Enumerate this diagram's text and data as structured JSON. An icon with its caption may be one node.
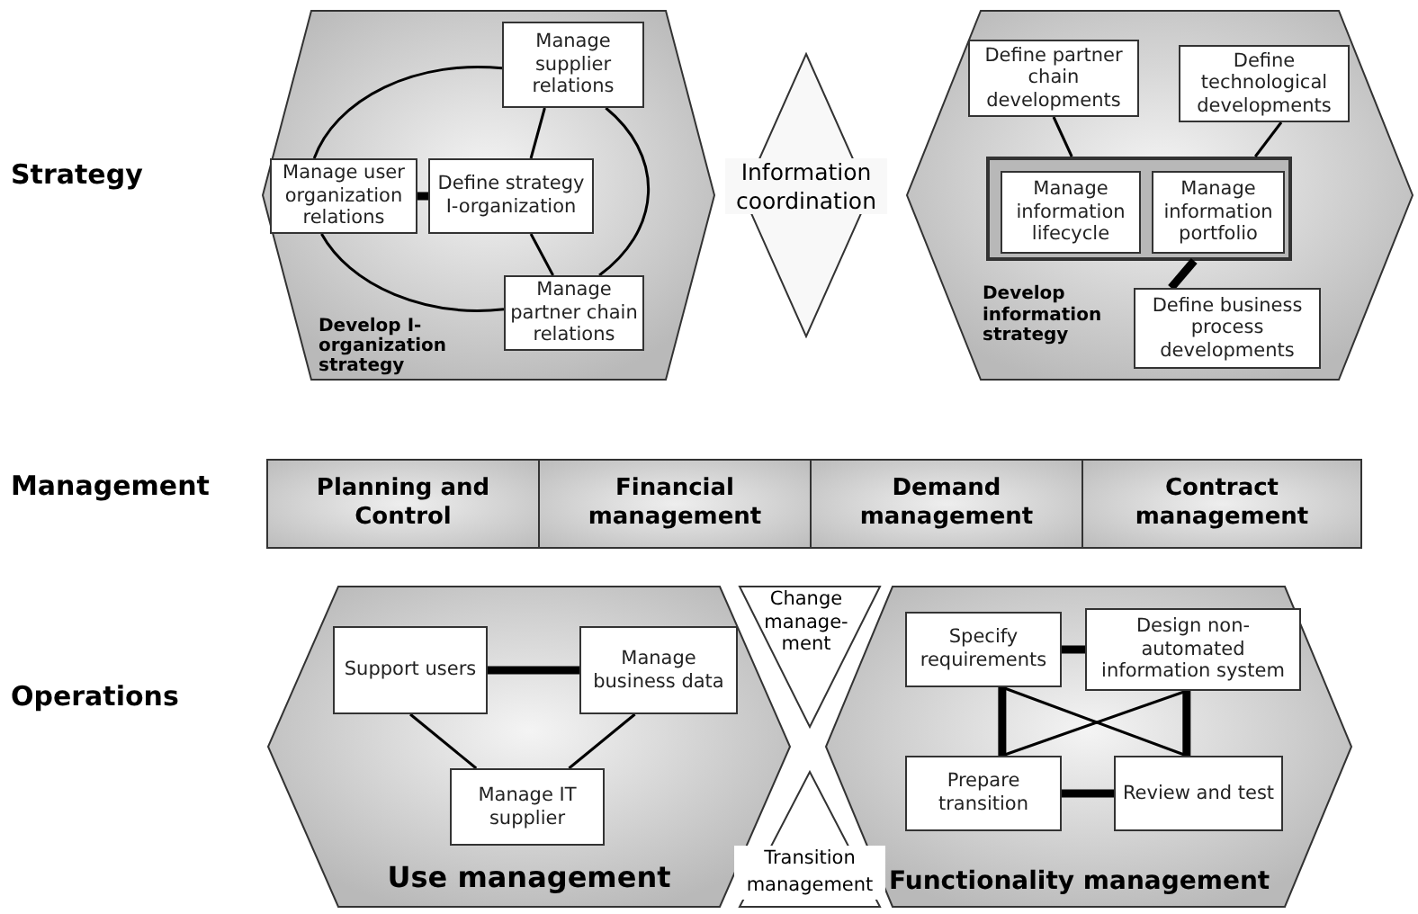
{
  "diagram": {
    "nodes": [
      {
        "text": [
          "Develop I-organization strategy"
        ]
      },
      {
        "text": [
          "Manage supplier relations"
        ],
        "in": 0
      },
      {
        "text": [
          "Manage user organization relations"
        ],
        "in": 0
      },
      {
        "text": [
          "Define strategy I-organization"
        ],
        "in": 0
      },
      {
        "text": [
          "Manage partner chain relations"
        ],
        "in": 0
      },
      {
        "text": [
          "Information coordination"
        ]
      },
      {
        "text": [
          "Develop information strategy"
        ]
      },
      {
        "text": [
          "Define partner chain developments"
        ],
        "in": 6
      },
      {
        "text": [
          "Define technological developments"
        ],
        "in": 6
      },
      {
        "text": [],
        "shape": "box",
        "in": 6
      },
      {
        "text": [
          "Manage information lifecycle"
        ],
        "in": 9
      },
      {
        "text": [
          "Manage information portfolio"
        ],
        "in": 9
      },
      {
        "text": [
          "Define business process developments"
        ],
        "in": 6
      },
      {
        "text": [
          "Planning and Control"
        ]
      },
      {
        "text": [
          "Financial management"
        ]
      },
      {
        "text": [
          "Demand management"
        ]
      },
      {
        "text": [
          "Contract management"
        ]
      },
      {
        "text": [
          "Change manage- ment"
        ]
      },
      {
        "text": [
          "Transition management"
        ]
      },
      {
        "text": [
          "Use management"
        ]
      },
      {
        "text": [
          "Support users"
        ],
        "in": 19
      },
      {
        "text": [
          "Manage business data"
        ],
        "in": 19
      },
      {
        "text": [
          "Manage IT supplier"
        ],
        "in": 19
      },
      {
        "text": [
          "Functionality management"
        ]
      },
      {
        "text": [
          "Specify requirements"
        ],
        "in": 23
      },
      {
        "text": [
          "Design non-automated information system"
        ],
        "in": 23
      },
      {
        "text": [
          "Prepare transition"
        ],
        "in": 23
      },
      {
        "text": [
          "Review and test"
        ],
        "in": 23
      }
    ],
    "edges": [
      {
        "from": 2,
        "to": 1,
        "arrow": "none"
      },
      {
        "from": 1,
        "to": 4,
        "arrow": "none"
      },
      {
        "from": 4,
        "to": 2,
        "arrow": "none"
      },
      {
        "from": 3,
        "to": 2,
        "arrow": "none",
        "style": "thick"
      },
      {
        "from": 3,
        "to": 1,
        "arrow": "none"
      },
      {
        "from": 3,
        "to": 4,
        "arrow": "none"
      },
      {
        "from": 7,
        "to": 9,
        "arrow": "none"
      },
      {
        "from": 8,
        "to": 9,
        "arrow": "none"
      },
      {
        "from": 9,
        "to": 12,
        "arrow": "none",
        "style": "thick"
      },
      {
        "from": 20,
        "to": 21,
        "arrow": "none",
        "style": "thick"
      },
      {
        "from": 20,
        "to": 22,
        "arrow": "none"
      },
      {
        "from": 21,
        "to": 22,
        "arrow": "none"
      },
      {
        "from": 24,
        "to": 25,
        "arrow": "none",
        "style": "thick"
      },
      {
        "from": 26,
        "to": 27,
        "arrow": "none",
        "style": "thick"
      },
      {
        "from": 24,
        "to": 26,
        "arrow": "none",
        "style": "thick"
      },
      {
        "from": 25,
        "to": 27,
        "arrow": "none",
        "style": "thick"
      },
      {
        "from": 24,
        "to": 27,
        "arrow": "none"
      },
      {
        "from": 25,
        "to": 26,
        "arrow": "none"
      }
    ],
    "labels": [
      "Strategy",
      "Management",
      "Operations"
    ]
  }
}
